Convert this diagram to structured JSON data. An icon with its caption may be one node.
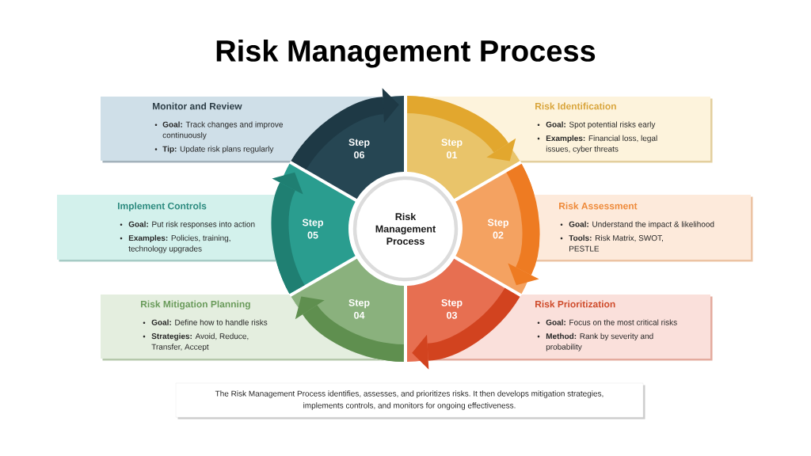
{
  "diagram": {
    "title": "Risk Management Process",
    "caption": "The Risk Management Process identifies, assesses, and prioritizes risks. It then develops mitigation strategies, implements controls, and monitors for ongoing effectiveness.",
    "nodes": [
      {
        "text": [
          "Risk Management Process"
        ]
      },
      {
        "text": [
          "Step 01"
        ]
      },
      {
        "text": [
          "Step 02"
        ]
      },
      {
        "text": [
          "Step 03"
        ]
      },
      {
        "text": [
          "Step 04"
        ]
      },
      {
        "text": [
          "Step 05"
        ]
      },
      {
        "text": [
          "Step 06"
        ]
      },
      {
        "text": [
          "Risk Identification",
          "**Goal:** Spot potential risks early",
          "**Examples:** Financial loss, legal issues, cyber threats"
        ]
      },
      {
        "text": [
          "Risk Assessment",
          "**Goal:** Understand the impact & likelihood",
          "**Tools:** Risk Matrix, SWOT, PESTLE"
        ]
      },
      {
        "text": [
          "Risk Prioritization",
          "**Goal:** Focus on the most critical risks",
          "**Method:** Rank by severity and probability"
        ]
      },
      {
        "text": [
          "Risk Mitigation Planning",
          "**Goal:** Define how to handle risks",
          "**Strategies:** Avoid, Reduce, Transfer, Accept"
        ]
      },
      {
        "text": [
          "Implement Controls",
          "**Goal:** Put risk responses into action",
          "**Examples:** Policies, training, technology upgrades"
        ]
      },
      {
        "text": [
          "Monitor and Review",
          "**Goal:** Track changes and improve continuously",
          "**Tip:** Update risk plans regularly"
        ]
      }
    ],
    "edges": [
      {
        "from": 1,
        "to": 2,
        "arrow": "to",
        "color": "#e2a72e"
      },
      {
        "from": 2,
        "to": 3,
        "arrow": "to",
        "color": "#ee7b22"
      },
      {
        "from": 3,
        "to": 4,
        "arrow": "to",
        "color": "#d2431f"
      },
      {
        "from": 4,
        "to": 5,
        "arrow": "to",
        "color": "#5f8f4f"
      },
      {
        "from": 5,
        "to": 6,
        "arrow": "to",
        "color": "#1f7f72"
      },
      {
        "from": 6,
        "to": 1,
        "arrow": "to",
        "color": "#1e3945"
      }
    ]
  }
}
